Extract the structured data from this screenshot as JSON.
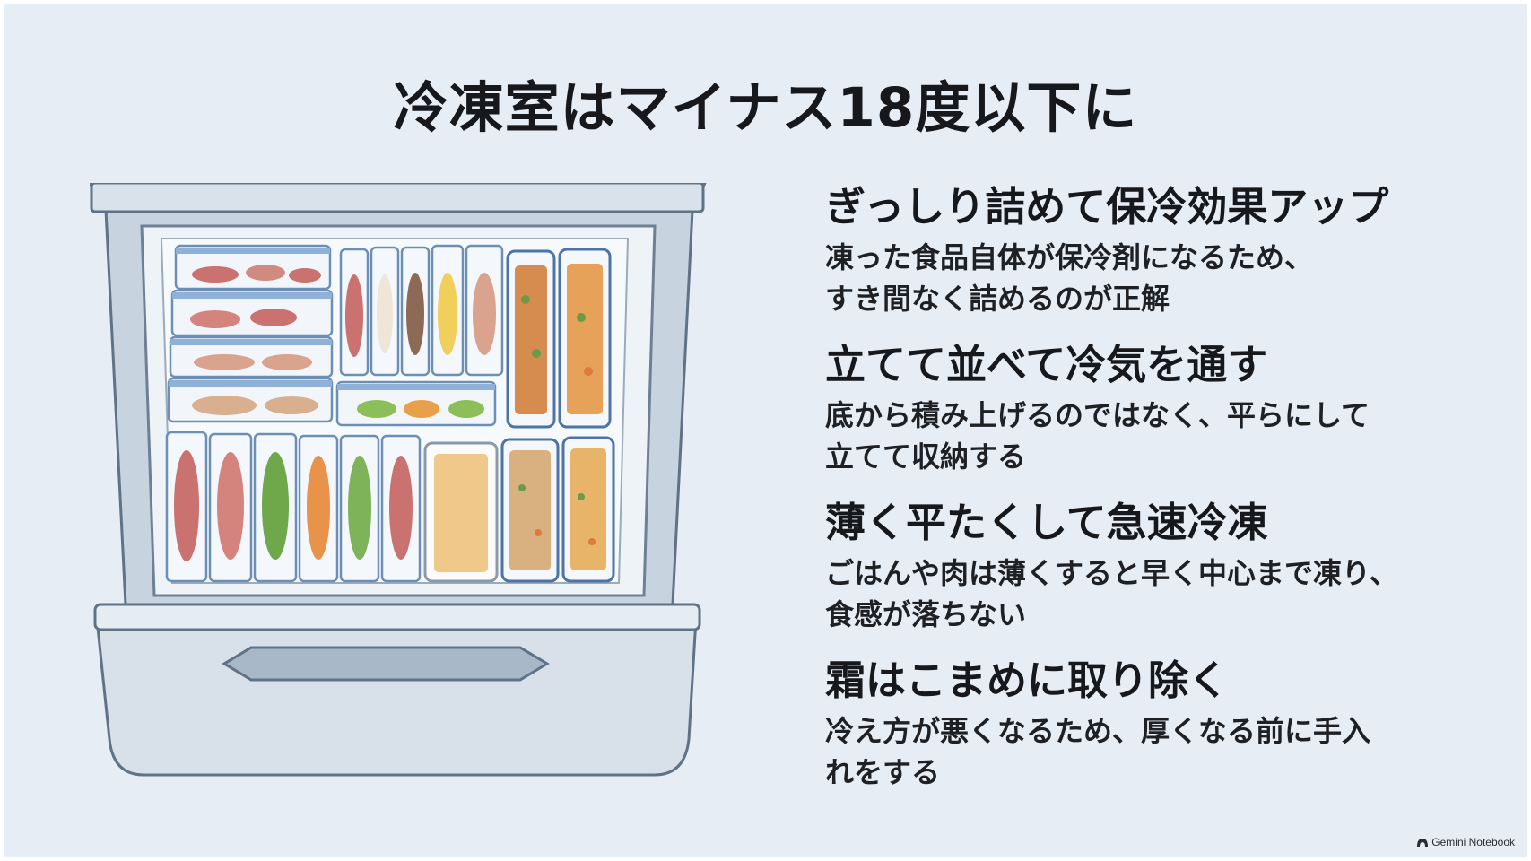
{
  "slide": {
    "title": "冷凍室はマイナス18度以下に",
    "tips": [
      {
        "heading": "ぎっしり詰めて保冷効果アップ",
        "body": [
          "凍った食品自体が保冷剤になるため、",
          "すき間なく詰めるのが正解"
        ]
      },
      {
        "heading": "立てて並べて冷気を通す",
        "body": [
          "底から積み上げるのではなく、平らにして",
          "立てて収納する"
        ]
      },
      {
        "heading": "薄く平たくして急速冷凍",
        "body": [
          "ごはんや肉は薄くすると早く中心まで凍り、",
          "食感が落ちない"
        ]
      },
      {
        "heading": "霜はこまめに取り除く",
        "body": [
          "冷え方が悪くなるため、厚くなる前に手入",
          "れをする"
        ]
      }
    ],
    "illustration": {
      "icon": "freezer-drawer-illustration"
    },
    "brand": {
      "label": "Gemini Notebook",
      "icon": "notebook-logo-icon"
    }
  }
}
